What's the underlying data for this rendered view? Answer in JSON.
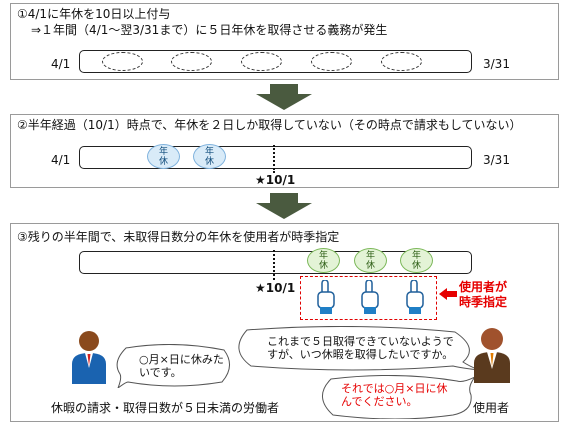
{
  "panel1": {
    "line1": "①4/1に年休を10日以上付与",
    "line2": "⇒１年間（4/1～翌3/31まで）に５日年休を取得させる義務が発生",
    "start": "4/1",
    "end": "3/31"
  },
  "panel2": {
    "title": "②半年経過（10/1）時点で、年休を２日しか取得していない（その時点で請求もしていない）",
    "start": "4/1",
    "end": "3/31",
    "marker": "★10/1",
    "leave_label": "年休"
  },
  "panel3": {
    "title": "③残りの半年間で、未取得日数分の年休を使用者が時季指定",
    "marker": "★10/1",
    "leave_label": "年休",
    "designation": "使用者が\n時季指定",
    "worker_bubble": "○月×日に休みた\nいです。",
    "employer_bubble1": "これまで５日取得できていないようで\nすが、いつ休暇を取得したいですか。",
    "employer_bubble2": "それでは○月×日に休\nんでください。",
    "worker_label": "休暇の請求・取得日数が５日未満の労働者",
    "employer_label": "使用者"
  },
  "colors": {
    "arrow": "#4a5a3f",
    "nen_blue": "#d9ebf8",
    "nen_green": "#e3f3d6",
    "accent_red": "#e60000"
  }
}
